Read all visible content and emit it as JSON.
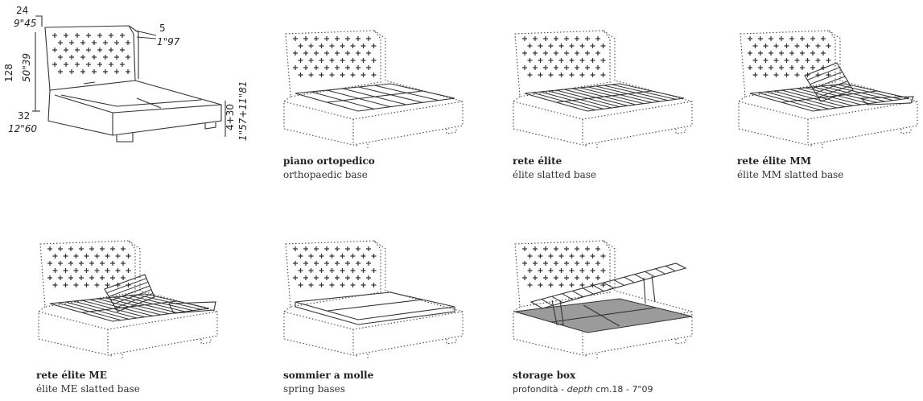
{
  "dimensions": {
    "headboard_depth_cm": "24",
    "headboard_depth_in": "9\"45",
    "wing_depth_cm": "5",
    "wing_depth_in": "1\"97",
    "height_cm": "128",
    "height_in": "50\"39",
    "frame_height_cm": "32",
    "frame_height_in": "12\"60",
    "foot_height_cm": "4+30",
    "foot_height_in": "1\"57+11\"81"
  },
  "bases": [
    {
      "it": "piano ortopedico",
      "en": "orthopaedic base"
    },
    {
      "it": "rete élite",
      "en": "élite slatted base"
    },
    {
      "it": "rete élite MM",
      "en": "élite MM slatted base"
    },
    {
      "it": "rete élite ME",
      "en": "élite ME slatted base"
    },
    {
      "it": "sommier a molle",
      "en": "spring bases"
    },
    {
      "it": "storage box",
      "en_prefix": "profondità",
      "en_sep": " - ",
      "en_label": "depth",
      "en_value": " cm.18 - 7\"09"
    }
  ],
  "colors": {
    "line": "#333333",
    "storage_fill": "#9b9b9b"
  }
}
